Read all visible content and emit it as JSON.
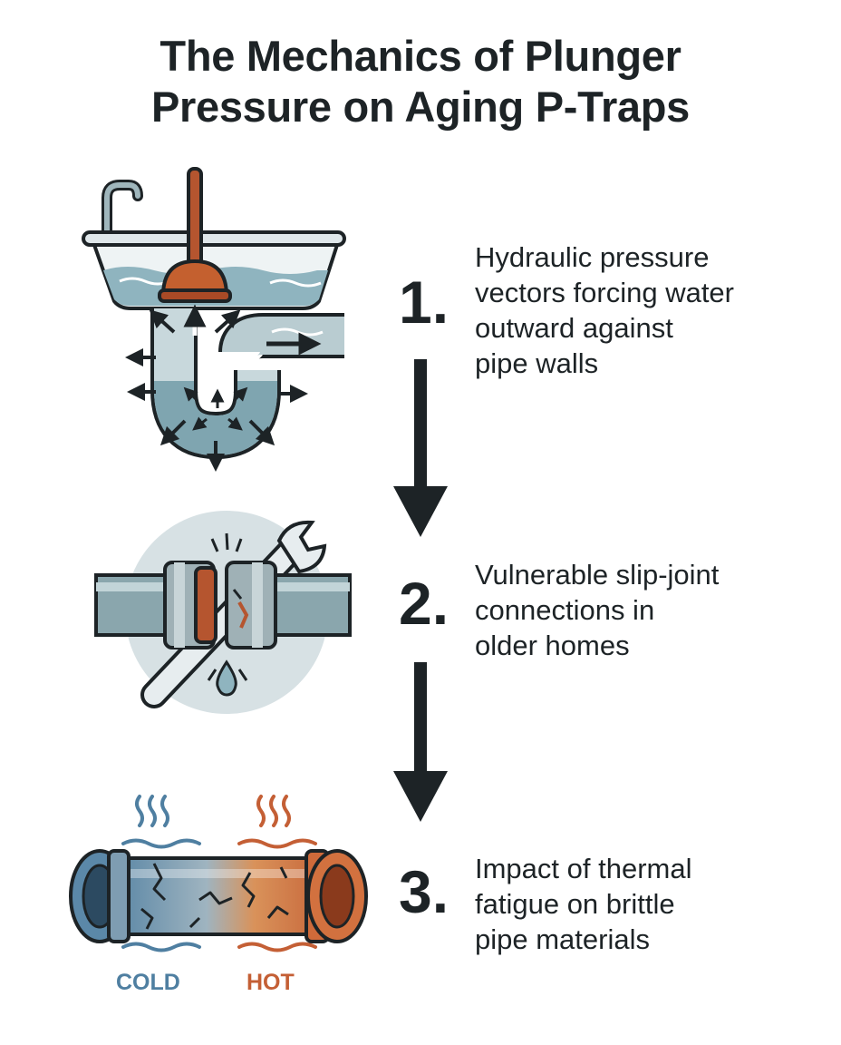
{
  "title": {
    "line1": "The Mechanics of Plunger",
    "line2": "Pressure on Aging P-Traps"
  },
  "steps": [
    {
      "number": "1.",
      "lines": [
        "Hydraulic pressure",
        "vectors forcing water",
        "outward against",
        "pipe walls"
      ],
      "icon": "plunger-sink-p-trap-icon"
    },
    {
      "number": "2.",
      "lines": [
        "Vulnerable slip-joint",
        "connections in",
        "older homes"
      ],
      "icon": "slip-joint-wrench-icon"
    },
    {
      "number": "3.",
      "lines": [
        "Impact of thermal",
        "fatigue on brittle",
        "pipe materials"
      ],
      "icon": "cracked-pipe-thermal-icon"
    }
  ],
  "thermal_labels": {
    "cold": "COLD",
    "hot": "HOT"
  },
  "colors": {
    "text": "#1d2326",
    "water": "#8fb4bf",
    "pipe": "#8aa6ad",
    "plunger": "#b5552f",
    "cold": "#4f7fa1",
    "hot": "#c45f35",
    "disc": "#d7e1e4"
  }
}
